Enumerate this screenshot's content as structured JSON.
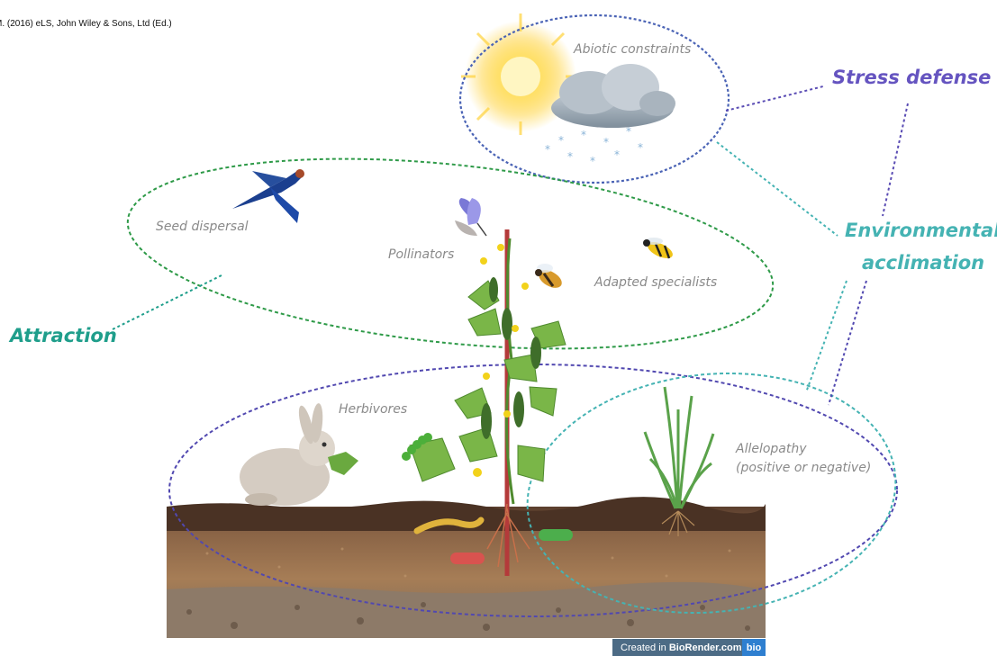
{
  "citation": "M. (2016) eLS, John Wiley & Sons, Ltd (Ed.)",
  "categories": {
    "stress_defense": "Stress defense",
    "environmental_acclimation_line1": "Environmental",
    "environmental_acclimation_line2": "acclimation",
    "attraction": "Attraction"
  },
  "labels": {
    "abiotic": "Abiotic constraints",
    "seed_dispersal": "Seed dispersal",
    "pollinators": "Pollinators",
    "adapted_specialists": "Adapted specialists",
    "herbivores": "Herbivores",
    "allelopathy_line1": "Allelopathy",
    "allelopathy_line2": "(positive or negative)"
  },
  "credit": {
    "prefix": "Created in ",
    "brand": "BioRender.com",
    "logo": "bio"
  },
  "colors": {
    "stress": "#6554c0",
    "acclimation": "#45b3b3",
    "attraction": "#1f9e8b",
    "attraction_ellipse": "#2e9a48",
    "label_gray": "#8a8a8a"
  }
}
